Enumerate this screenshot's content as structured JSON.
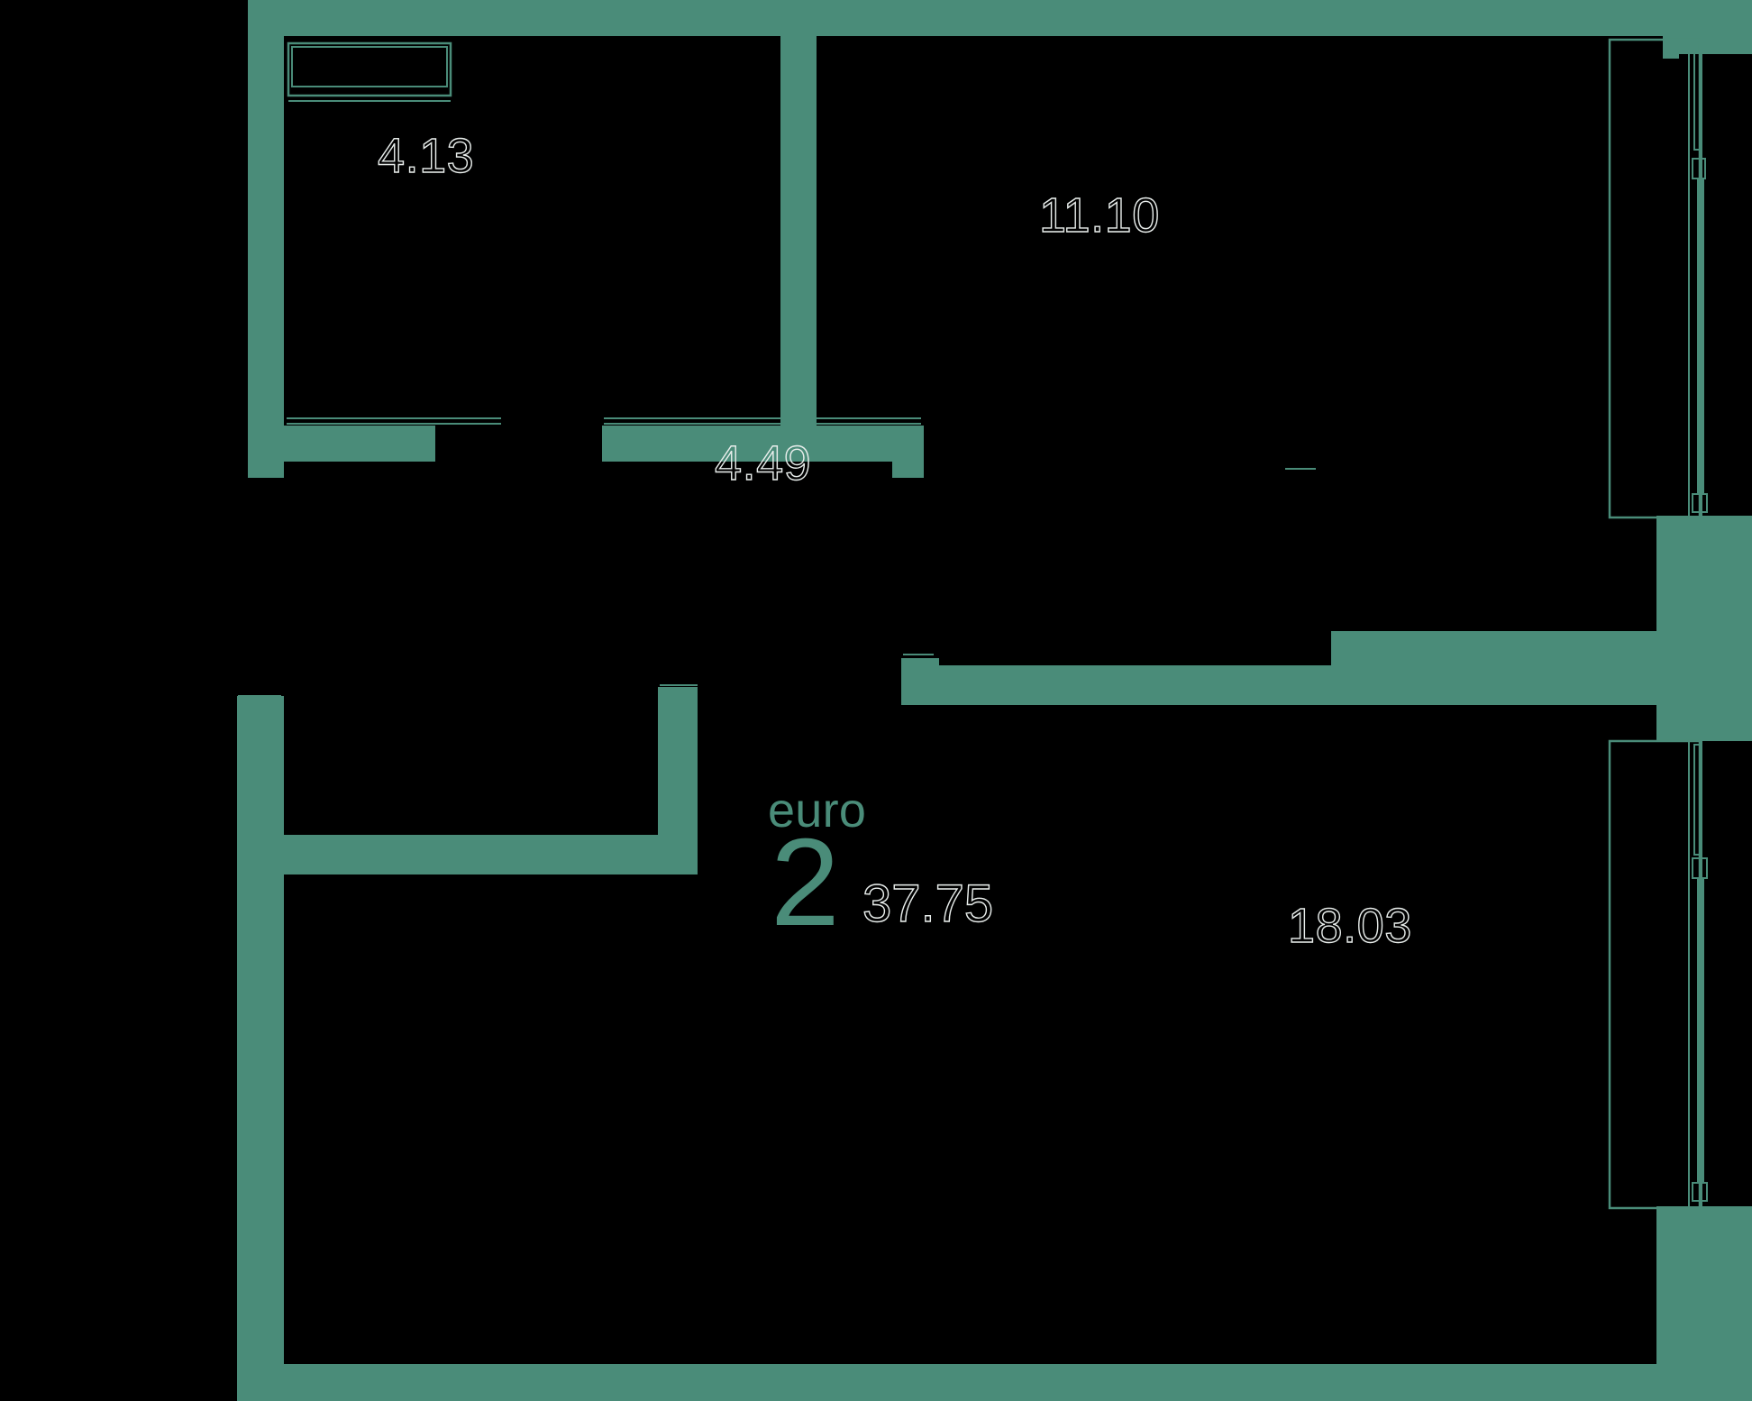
{
  "plan": {
    "title": "euro 2 apartment floor plan",
    "accent_color": "#4a8c79",
    "background_color": "#000000",
    "label_outline_color": "#e9eeec",
    "badge": {
      "layout_label": "euro",
      "rooms_count": "2",
      "total_area": "37.75"
    },
    "rooms": [
      {
        "id": "kitchen",
        "area": "4.13"
      },
      {
        "id": "bedroom",
        "area": "11.10"
      },
      {
        "id": "hall",
        "area": "4.49"
      },
      {
        "id": "living-room",
        "area": "18.03"
      }
    ],
    "features": {
      "windows": [
        "top-left-balcony-window",
        "right-upper-window",
        "right-lower-window"
      ],
      "door_openings": [
        "kitchen-door",
        "bedroom-door",
        "hall-door",
        "living-room-door"
      ]
    }
  }
}
